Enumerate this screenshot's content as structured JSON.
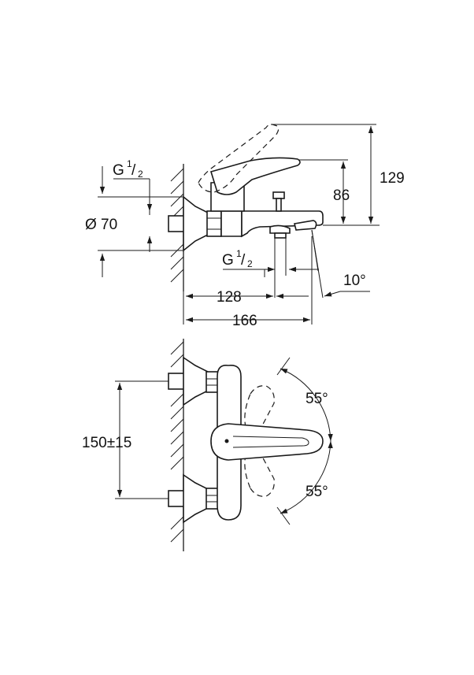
{
  "top_view": {
    "thread_left": {
      "letter": "G",
      "sup": "1",
      "sub": "2"
    },
    "diameter": "Ø 70",
    "thread_spout": {
      "letter": "G",
      "sup": "1",
      "sub": "2"
    },
    "height_129": "129",
    "height_86": "86",
    "angle_10": "10°",
    "length_128": "128",
    "length_166": "166"
  },
  "bottom_view": {
    "spacing": "150±15",
    "angle_top": "55°",
    "angle_bottom": "55°"
  }
}
